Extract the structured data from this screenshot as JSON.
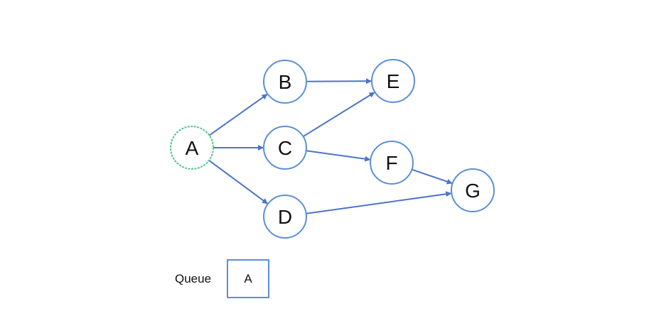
{
  "colors": {
    "node_stroke": "#5b8fd6",
    "start_node_stroke": "#4ec58a",
    "edge": "#4a74c9",
    "queue_border": "#5b8fd6"
  },
  "nodes": [
    {
      "id": "A",
      "label": "A",
      "highlighted": true
    },
    {
      "id": "B",
      "label": "B",
      "highlighted": false
    },
    {
      "id": "C",
      "label": "C",
      "highlighted": false
    },
    {
      "id": "D",
      "label": "D",
      "highlighted": false
    },
    {
      "id": "E",
      "label": "E",
      "highlighted": false
    },
    {
      "id": "F",
      "label": "F",
      "highlighted": false
    },
    {
      "id": "G",
      "label": "G",
      "highlighted": false
    }
  ],
  "edges": [
    {
      "from": "A",
      "to": "B"
    },
    {
      "from": "A",
      "to": "C"
    },
    {
      "from": "A",
      "to": "D"
    },
    {
      "from": "B",
      "to": "E"
    },
    {
      "from": "C",
      "to": "E"
    },
    {
      "from": "C",
      "to": "F"
    },
    {
      "from": "F",
      "to": "G"
    },
    {
      "from": "D",
      "to": "G"
    }
  ],
  "queue": {
    "label": "Queue",
    "items": [
      "A"
    ]
  }
}
